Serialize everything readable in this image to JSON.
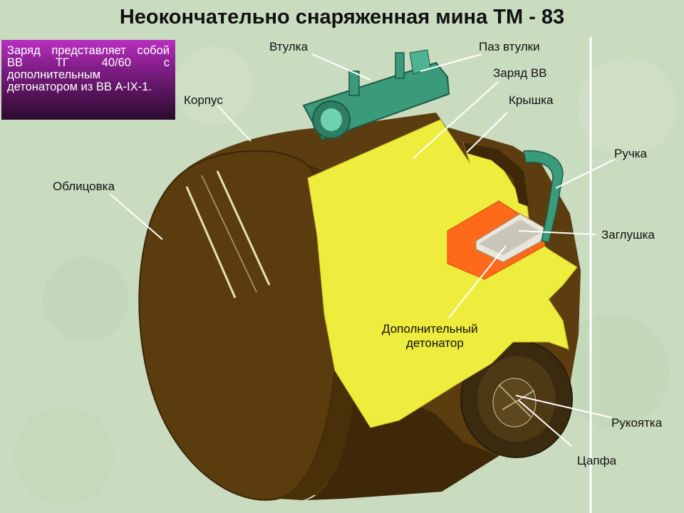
{
  "title": "Неокончательно снаряженная мина ТМ - 83",
  "note": "Заряд представляет собой ВВ ТГ 40/60 с дополнительным детонатором из ВВ А-IX-1.",
  "labels": {
    "vtulka": "Втулка",
    "paz_vtulki": "Паз втулки",
    "zaryad_vv": "Заряд ВВ",
    "kryshka": "Крышка",
    "korpus": "Корпус",
    "ruchka": "Ручка",
    "oblitsovka": "Облицовка",
    "zaglushka": "Заглушка",
    "dop_detonator_1": "Дополнительный",
    "dop_detonator_2": "детонатор",
    "rukoyatka": "Рукоятка",
    "tsapfa": "Цапфа"
  },
  "colors": {
    "background": "#c9dcc0",
    "body_brown": "#5b3d10",
    "charge_yellow": "#eeec3c",
    "detonator_orange": "#ff6a1a",
    "sleeve_green": "#3a9a7a",
    "note_box": "#8a2290"
  }
}
